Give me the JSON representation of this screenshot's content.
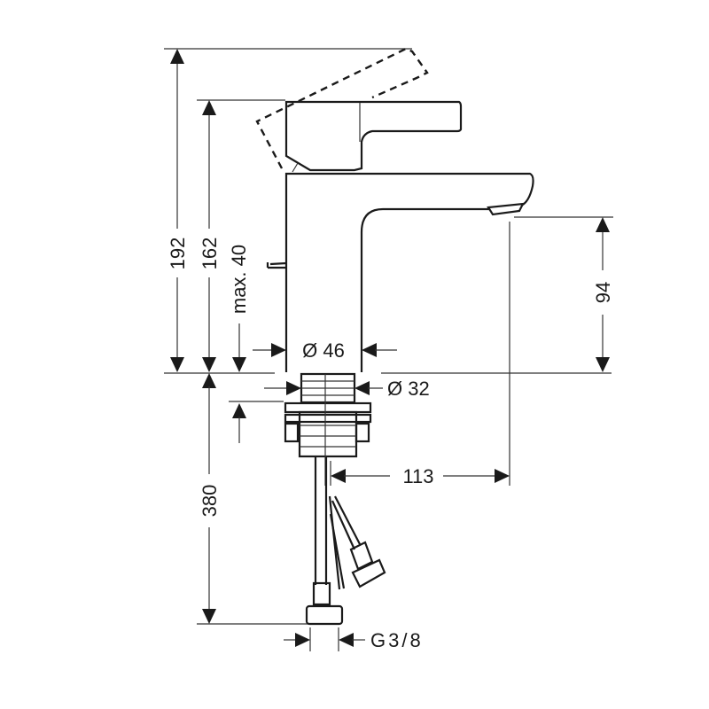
{
  "dimensions": {
    "total_height": "192",
    "height_to_handle": "162",
    "max_deck_thickness": "max. 40",
    "spout_height": "94",
    "body_diameter": "Ø 46",
    "thread_diameter": "Ø 32",
    "shank_length": "380",
    "spout_reach": "113",
    "connection": "G3/8"
  }
}
